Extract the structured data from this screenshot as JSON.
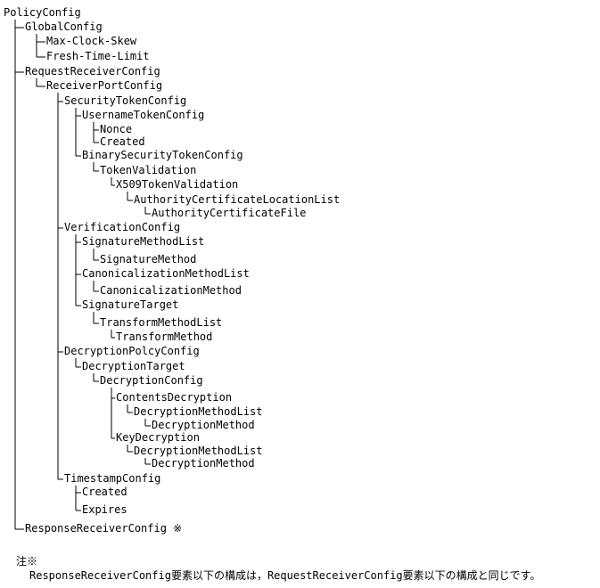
{
  "tree": {
    "label": "PolicyConfig",
    "children": [
      {
        "label": "GlobalConfig",
        "children": [
          {
            "label": "Max-Clock-Skew"
          },
          {
            "label": "Fresh-Time-Limit"
          }
        ]
      },
      {
        "label": "RequestReceiverConfig",
        "children": [
          {
            "label": "ReceiverPortConfig",
            "children": [
              {
                "label": "SecurityTokenConfig",
                "children": [
                  {
                    "label": "UsernameTokenConfig",
                    "children": [
                      {
                        "label": "Nonce"
                      },
                      {
                        "label": "Created"
                      }
                    ]
                  },
                  {
                    "label": "BinarySecurityTokenConfig",
                    "children": [
                      {
                        "label": "TokenValidation",
                        "children": [
                          {
                            "label": "X509TokenValidation",
                            "children": [
                              {
                                "label": "AuthorityCertificateLocationList",
                                "children": [
                                  {
                                    "label": "AuthorityCertificateFile"
                                  }
                                ]
                              }
                            ]
                          }
                        ]
                      }
                    ]
                  }
                ]
              },
              {
                "label": "VerificationConfig",
                "children": [
                  {
                    "label": "SignatureMethodList",
                    "children": [
                      {
                        "label": "SignatureMethod"
                      }
                    ]
                  },
                  {
                    "label": "CanonicalizationMethodList",
                    "children": [
                      {
                        "label": "CanonicalizationMethod"
                      }
                    ]
                  },
                  {
                    "label": "SignatureTarget",
                    "children": [
                      {
                        "label": "TransformMethodList",
                        "children": [
                          {
                            "label": "TransformMethod"
                          }
                        ]
                      }
                    ]
                  }
                ]
              },
              {
                "label": "DecryptionPolcyConfig",
                "children": [
                  {
                    "label": "DecryptionTarget",
                    "children": [
                      {
                        "label": "DecryptionConfig",
                        "children": [
                          {
                            "label": "ContentsDecryption",
                            "children": [
                              {
                                "label": "DecryptionMethodList",
                                "children": [
                                  {
                                    "label": "DecryptionMethod"
                                  }
                                ]
                              }
                            ]
                          },
                          {
                            "label": "KeyDecryption",
                            "children": [
                              {
                                "label": "DecryptionMethodList",
                                "children": [
                                  {
                                    "label": "DecryptionMethod"
                                  }
                                ]
                              }
                            ]
                          }
                        ]
                      }
                    ]
                  }
                ]
              },
              {
                "label": "TimestampConfig",
                "children": [
                  {
                    "label": "Created"
                  },
                  {
                    "label": "Expires"
                  }
                ]
              }
            ]
          }
        ]
      },
      {
        "label": "ResponseReceiverConfig ※"
      }
    ]
  },
  "note": {
    "title": "注※",
    "body": "ResponseReceiverConfig要素以下の構成は，RequestReceiverConfig要素以下の構成と同じです。"
  }
}
